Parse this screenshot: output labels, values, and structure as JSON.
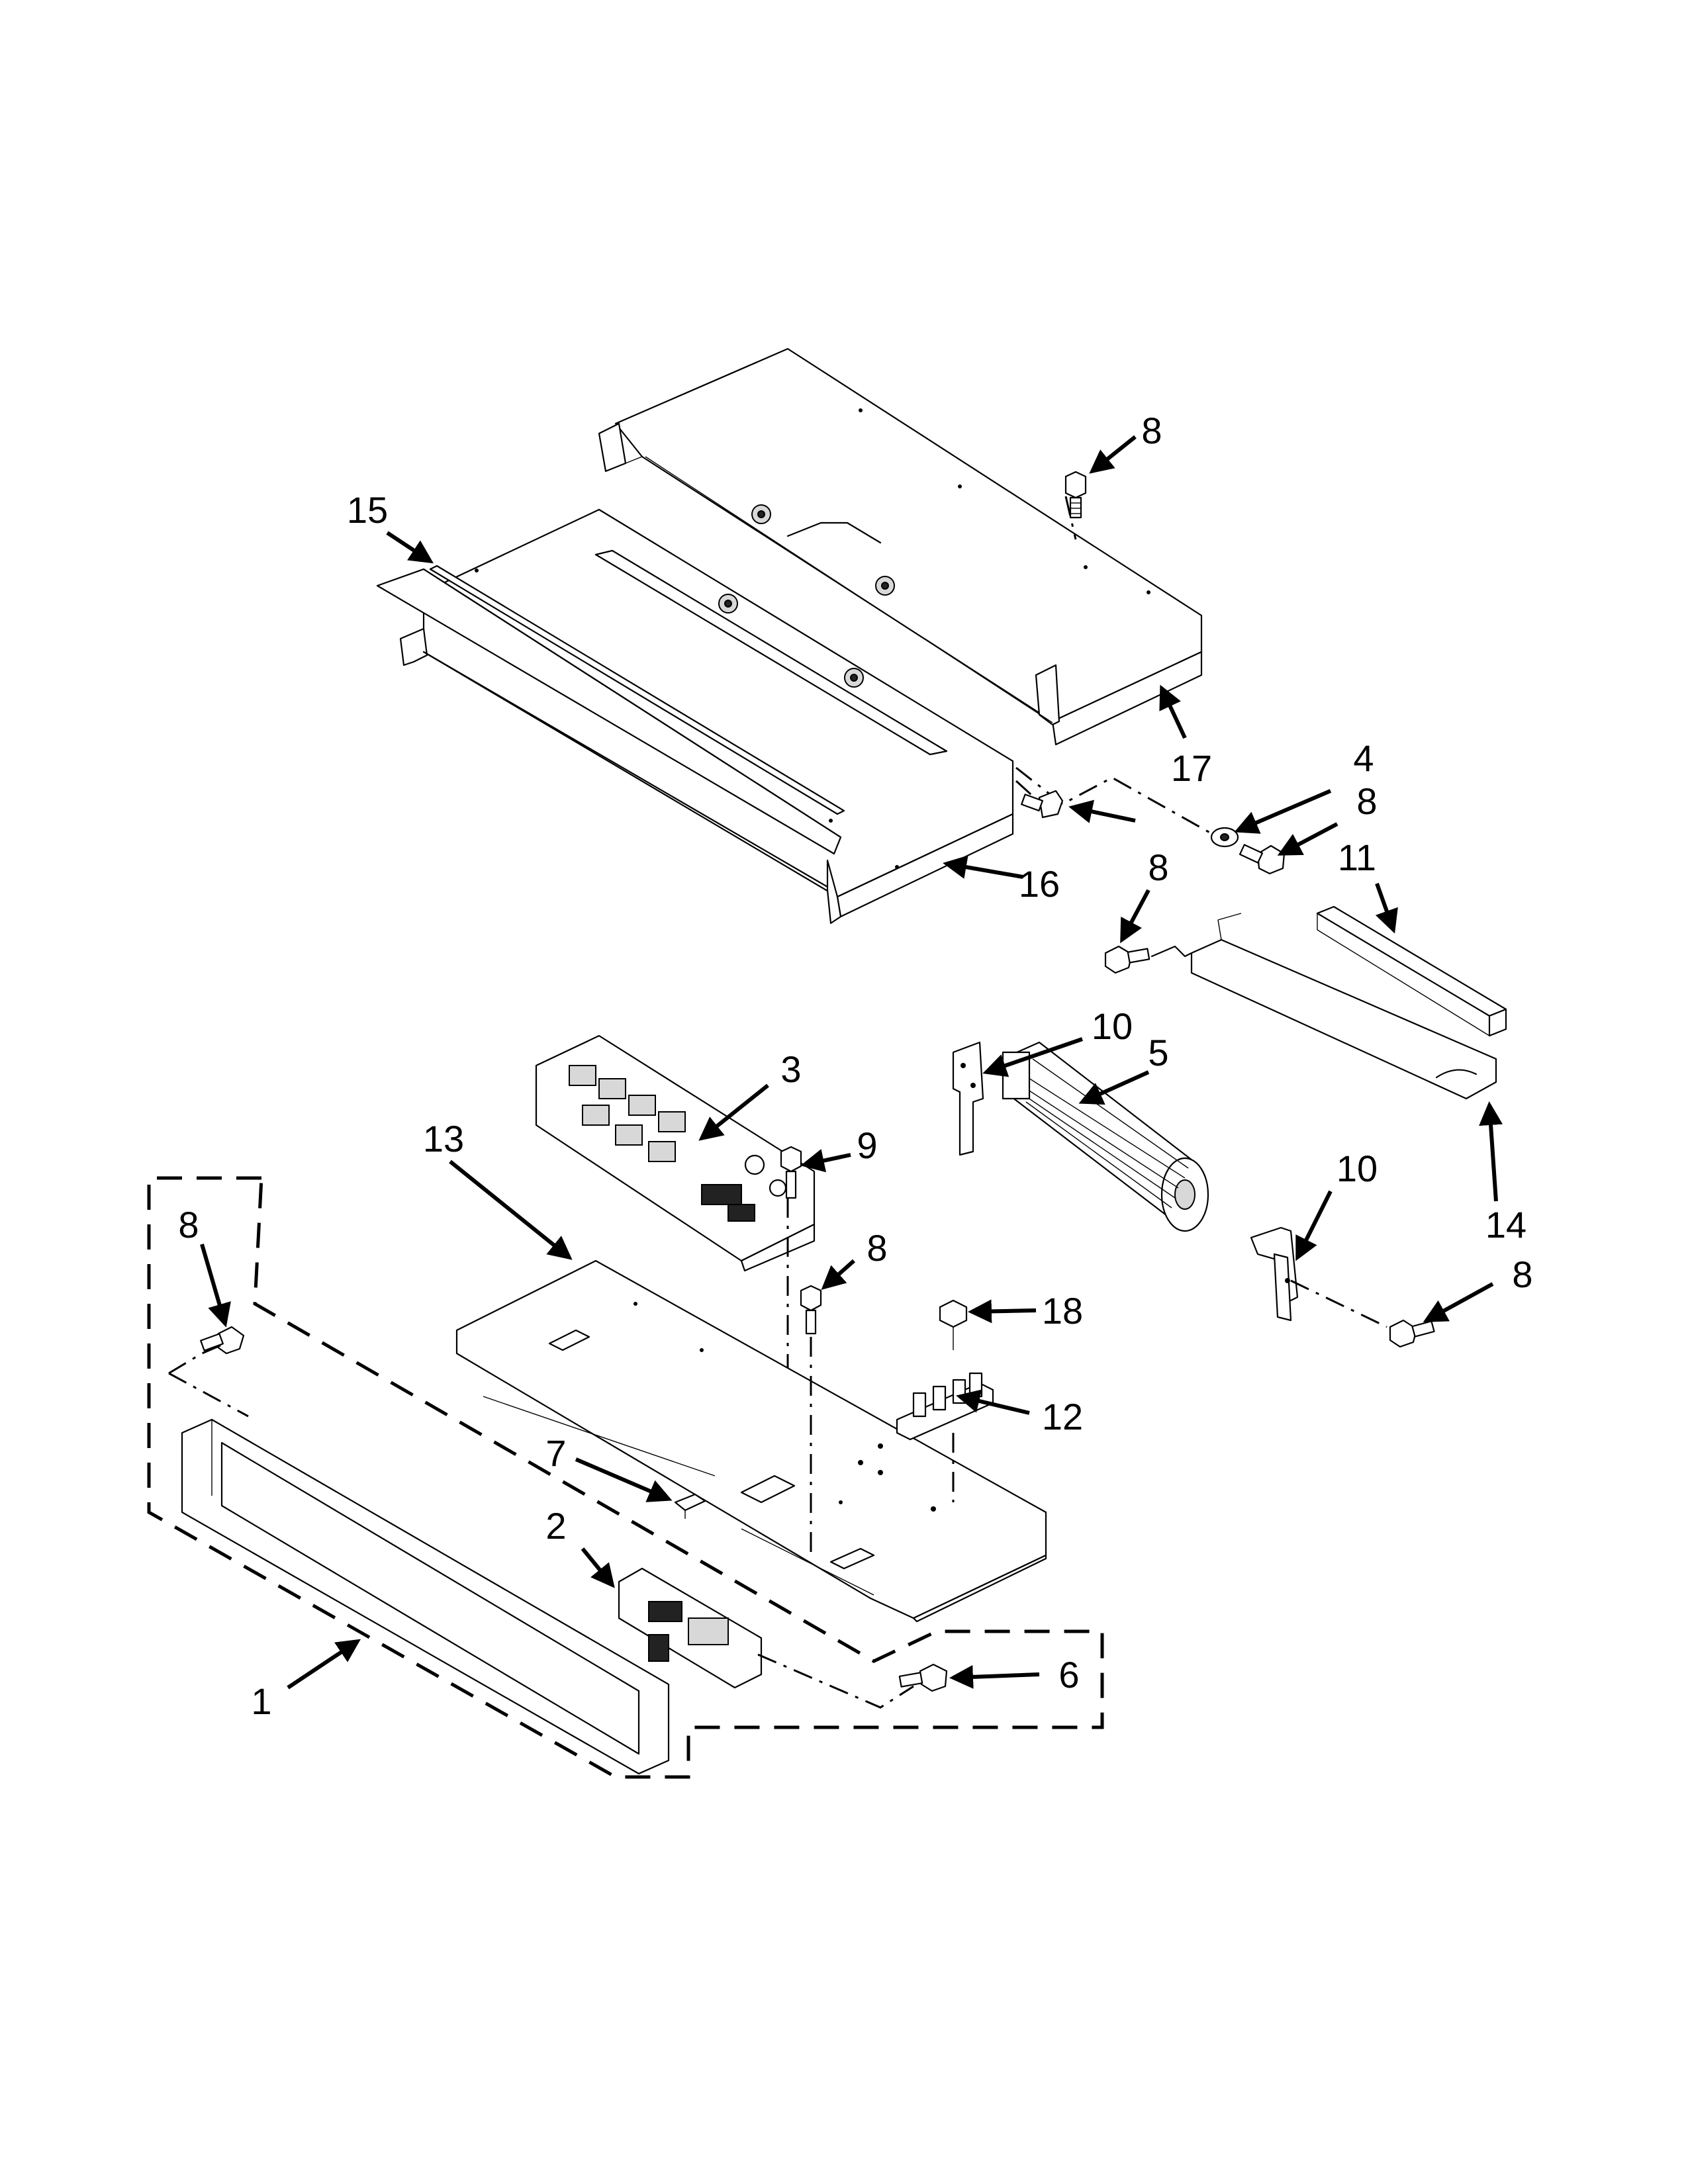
{
  "diagram": {
    "callouts": [
      {
        "id": "c8a",
        "text": "8"
      },
      {
        "id": "c15",
        "text": "15"
      },
      {
        "id": "c17",
        "text": "17"
      },
      {
        "id": "c4",
        "text": "4"
      },
      {
        "id": "c8b",
        "text": "8"
      },
      {
        "id": "c11",
        "text": "11"
      },
      {
        "id": "c16",
        "text": "16"
      },
      {
        "id": "c8c",
        "text": "8"
      },
      {
        "id": "c10a",
        "text": "10"
      },
      {
        "id": "c5",
        "text": "5"
      },
      {
        "id": "c3",
        "text": "3"
      },
      {
        "id": "c9",
        "text": "9"
      },
      {
        "id": "c13",
        "text": "13"
      },
      {
        "id": "c10b",
        "text": "10"
      },
      {
        "id": "c14",
        "text": "14"
      },
      {
        "id": "c8d",
        "text": "8"
      },
      {
        "id": "c8e",
        "text": "8"
      },
      {
        "id": "c8f",
        "text": "8"
      },
      {
        "id": "c18",
        "text": "18"
      },
      {
        "id": "c12",
        "text": "12"
      },
      {
        "id": "c7",
        "text": "7"
      },
      {
        "id": "c2",
        "text": "2"
      },
      {
        "id": "c6",
        "text": "6"
      },
      {
        "id": "c1",
        "text": "1"
      }
    ]
  }
}
